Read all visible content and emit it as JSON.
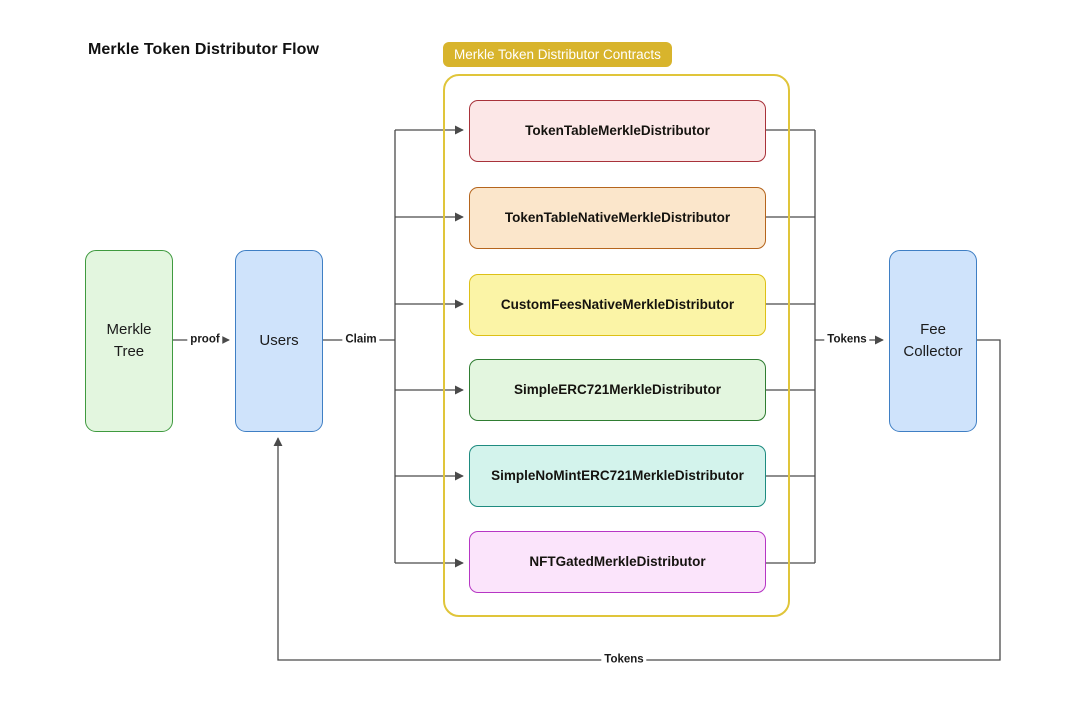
{
  "page": {
    "title": "Merkle Token Distributor Flow",
    "background": "#ffffff"
  },
  "group": {
    "badge_label": "Merkle Token Distributor Contracts",
    "badge_color": "#d8b42c",
    "border_color": "#e0c53a"
  },
  "nodes": {
    "merkle_tree": {
      "label": "Merkle\nTree",
      "fill": "#e3f6df",
      "stroke": "#3f9a3f"
    },
    "users": {
      "label": "Users",
      "fill": "#cfe3fb",
      "stroke": "#3f7fc4"
    },
    "fee_collector": {
      "label": "Fee\nCollector",
      "fill": "#cfe3fb",
      "stroke": "#3f7fc4"
    }
  },
  "contracts": [
    {
      "label": "TokenTableMerkleDistributor",
      "fill": "#fce7e7",
      "stroke": "#a8323a"
    },
    {
      "label": "TokenTableNativeMerkleDistributor",
      "fill": "#fbe6cb",
      "stroke": "#b5651d"
    },
    {
      "label": "CustomFeesNativeMerkleDistributor",
      "fill": "#fbf4a6",
      "stroke": "#ddc017"
    },
    {
      "label": "SimpleERC721MerkleDistributor",
      "fill": "#e3f6df",
      "stroke": "#2f7d32"
    },
    {
      "label": "SimpleNoMintERC721MerkleDistributor",
      "fill": "#d3f3ec",
      "stroke": "#1e8b80"
    },
    {
      "label": "NFTGatedMerkleDistributor",
      "fill": "#fbe4fb",
      "stroke": "#b636c4"
    }
  ],
  "edges": {
    "proof": "proof",
    "claim": "Claim",
    "tokens_out": "Tokens",
    "tokens_return": "Tokens"
  }
}
